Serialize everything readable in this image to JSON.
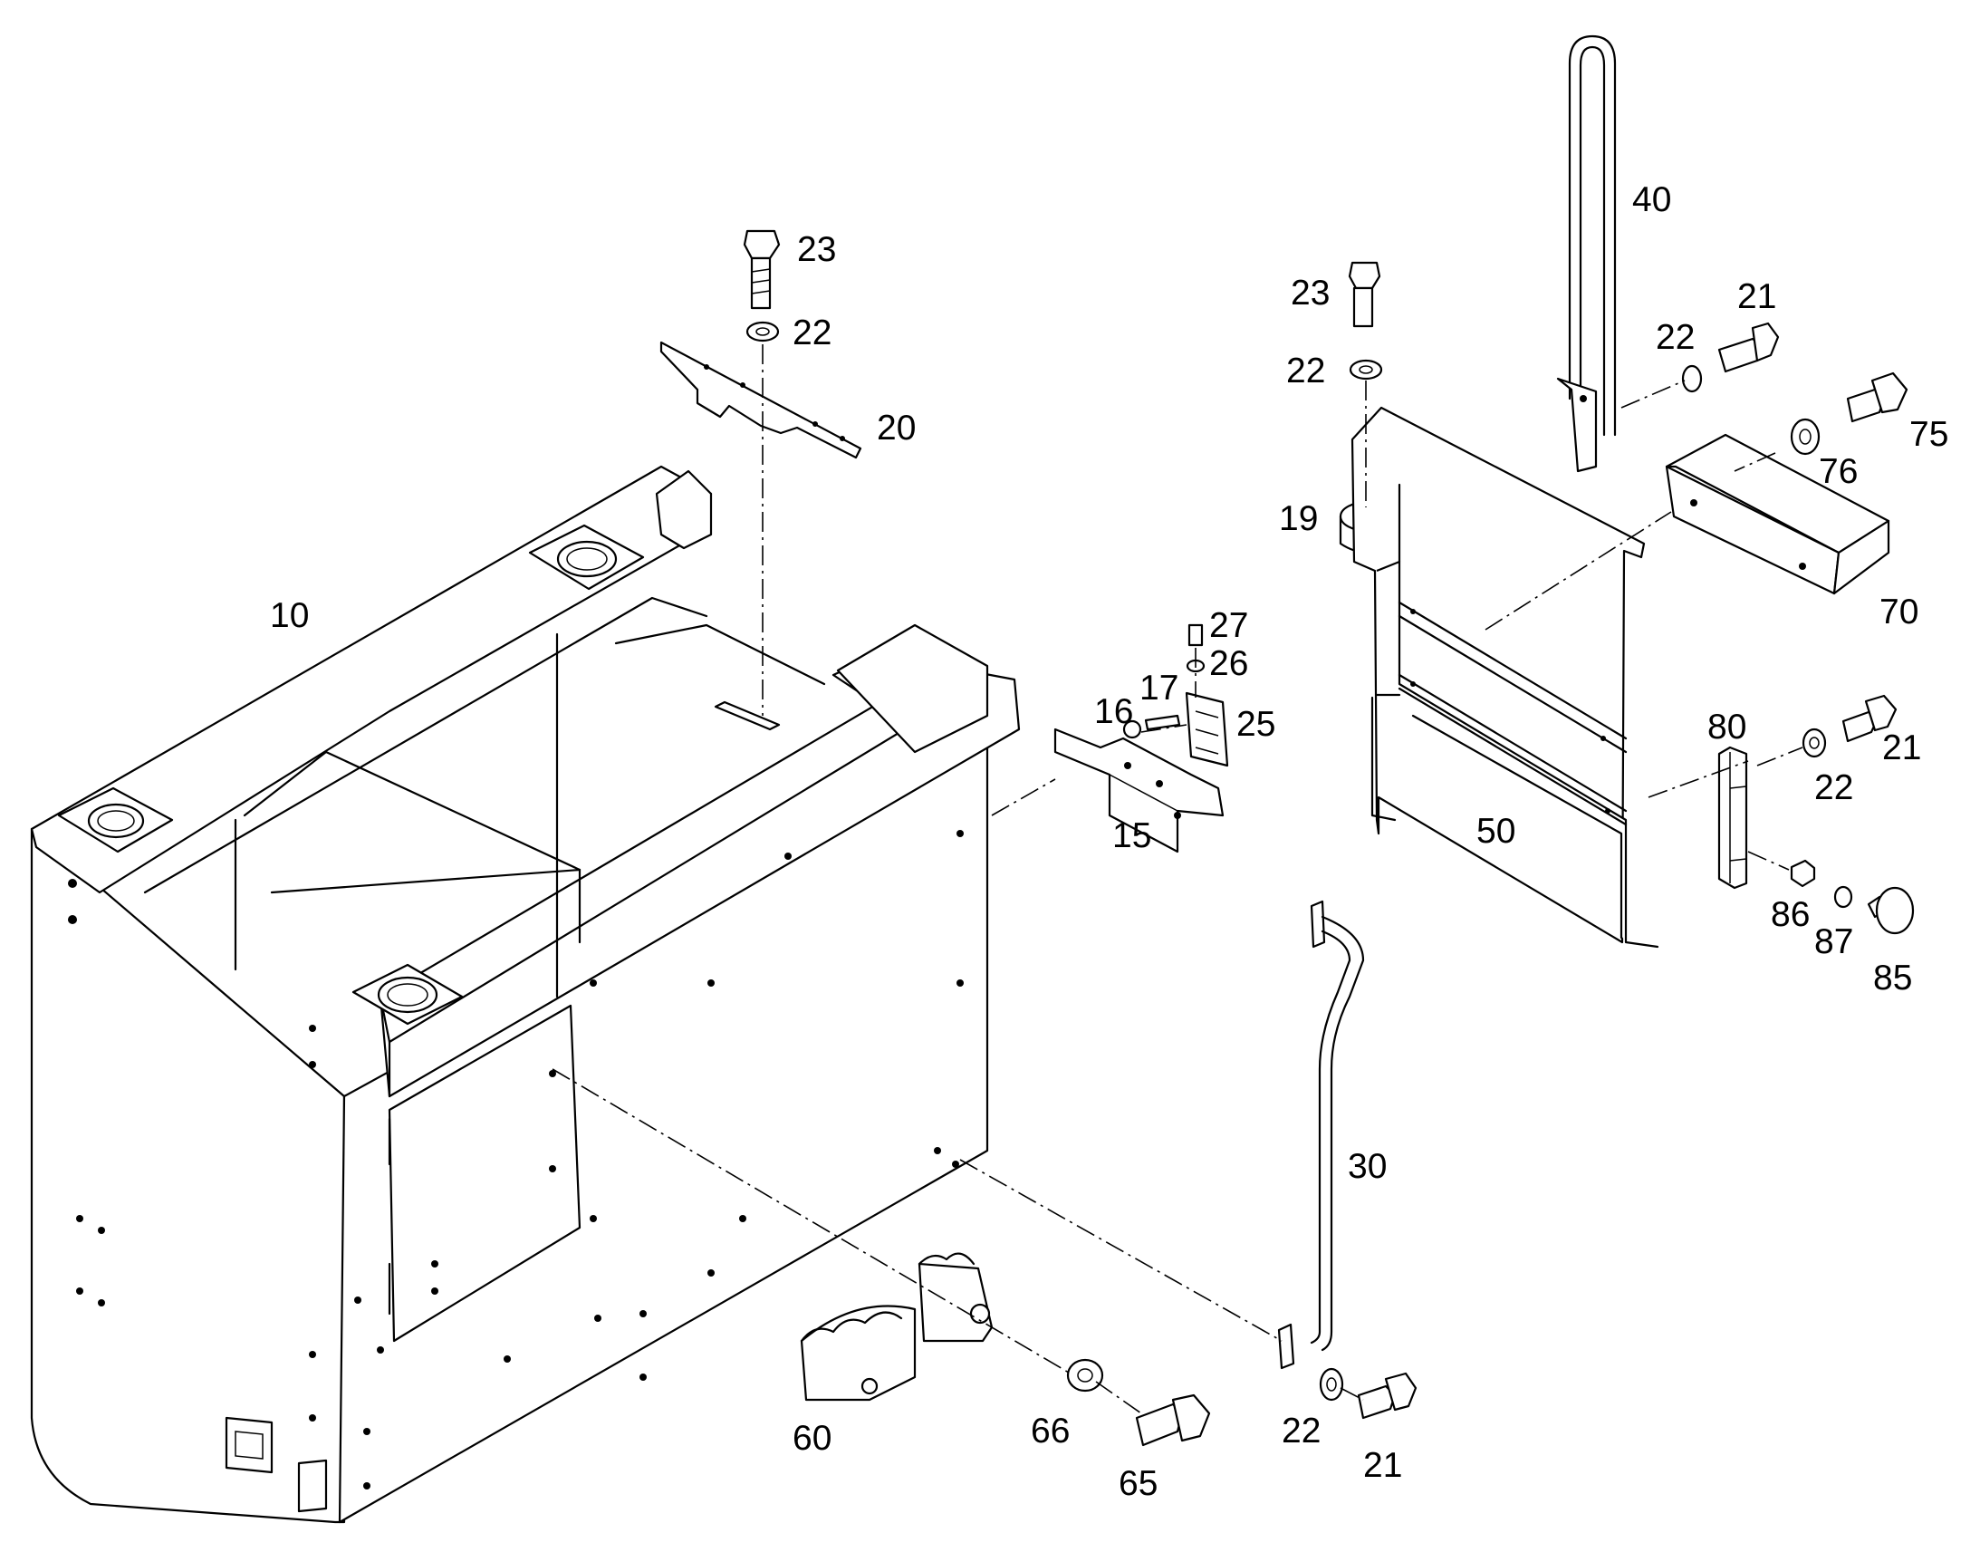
{
  "callouts": [
    {
      "id": "10",
      "text": "10"
    },
    {
      "id": "15",
      "text": "15"
    },
    {
      "id": "16",
      "text": "16"
    },
    {
      "id": "17",
      "text": "17"
    },
    {
      "id": "19",
      "text": "19"
    },
    {
      "id": "20",
      "text": "20"
    },
    {
      "id": "21a",
      "text": "21"
    },
    {
      "id": "21b",
      "text": "21"
    },
    {
      "id": "21c",
      "text": "21"
    },
    {
      "id": "22a",
      "text": "22"
    },
    {
      "id": "22b",
      "text": "22"
    },
    {
      "id": "22c",
      "text": "22"
    },
    {
      "id": "22d",
      "text": "22"
    },
    {
      "id": "22e",
      "text": "22"
    },
    {
      "id": "23a",
      "text": "23"
    },
    {
      "id": "23b",
      "text": "23"
    },
    {
      "id": "25",
      "text": "25"
    },
    {
      "id": "26",
      "text": "26"
    },
    {
      "id": "27",
      "text": "27"
    },
    {
      "id": "30",
      "text": "30"
    },
    {
      "id": "40",
      "text": "40"
    },
    {
      "id": "50",
      "text": "50"
    },
    {
      "id": "60",
      "text": "60"
    },
    {
      "id": "65",
      "text": "65"
    },
    {
      "id": "66",
      "text": "66"
    },
    {
      "id": "70",
      "text": "70"
    },
    {
      "id": "75",
      "text": "75"
    },
    {
      "id": "76",
      "text": "76"
    },
    {
      "id": "80",
      "text": "80"
    },
    {
      "id": "85",
      "text": "85"
    },
    {
      "id": "86",
      "text": "86"
    },
    {
      "id": "87",
      "text": "87"
    }
  ]
}
